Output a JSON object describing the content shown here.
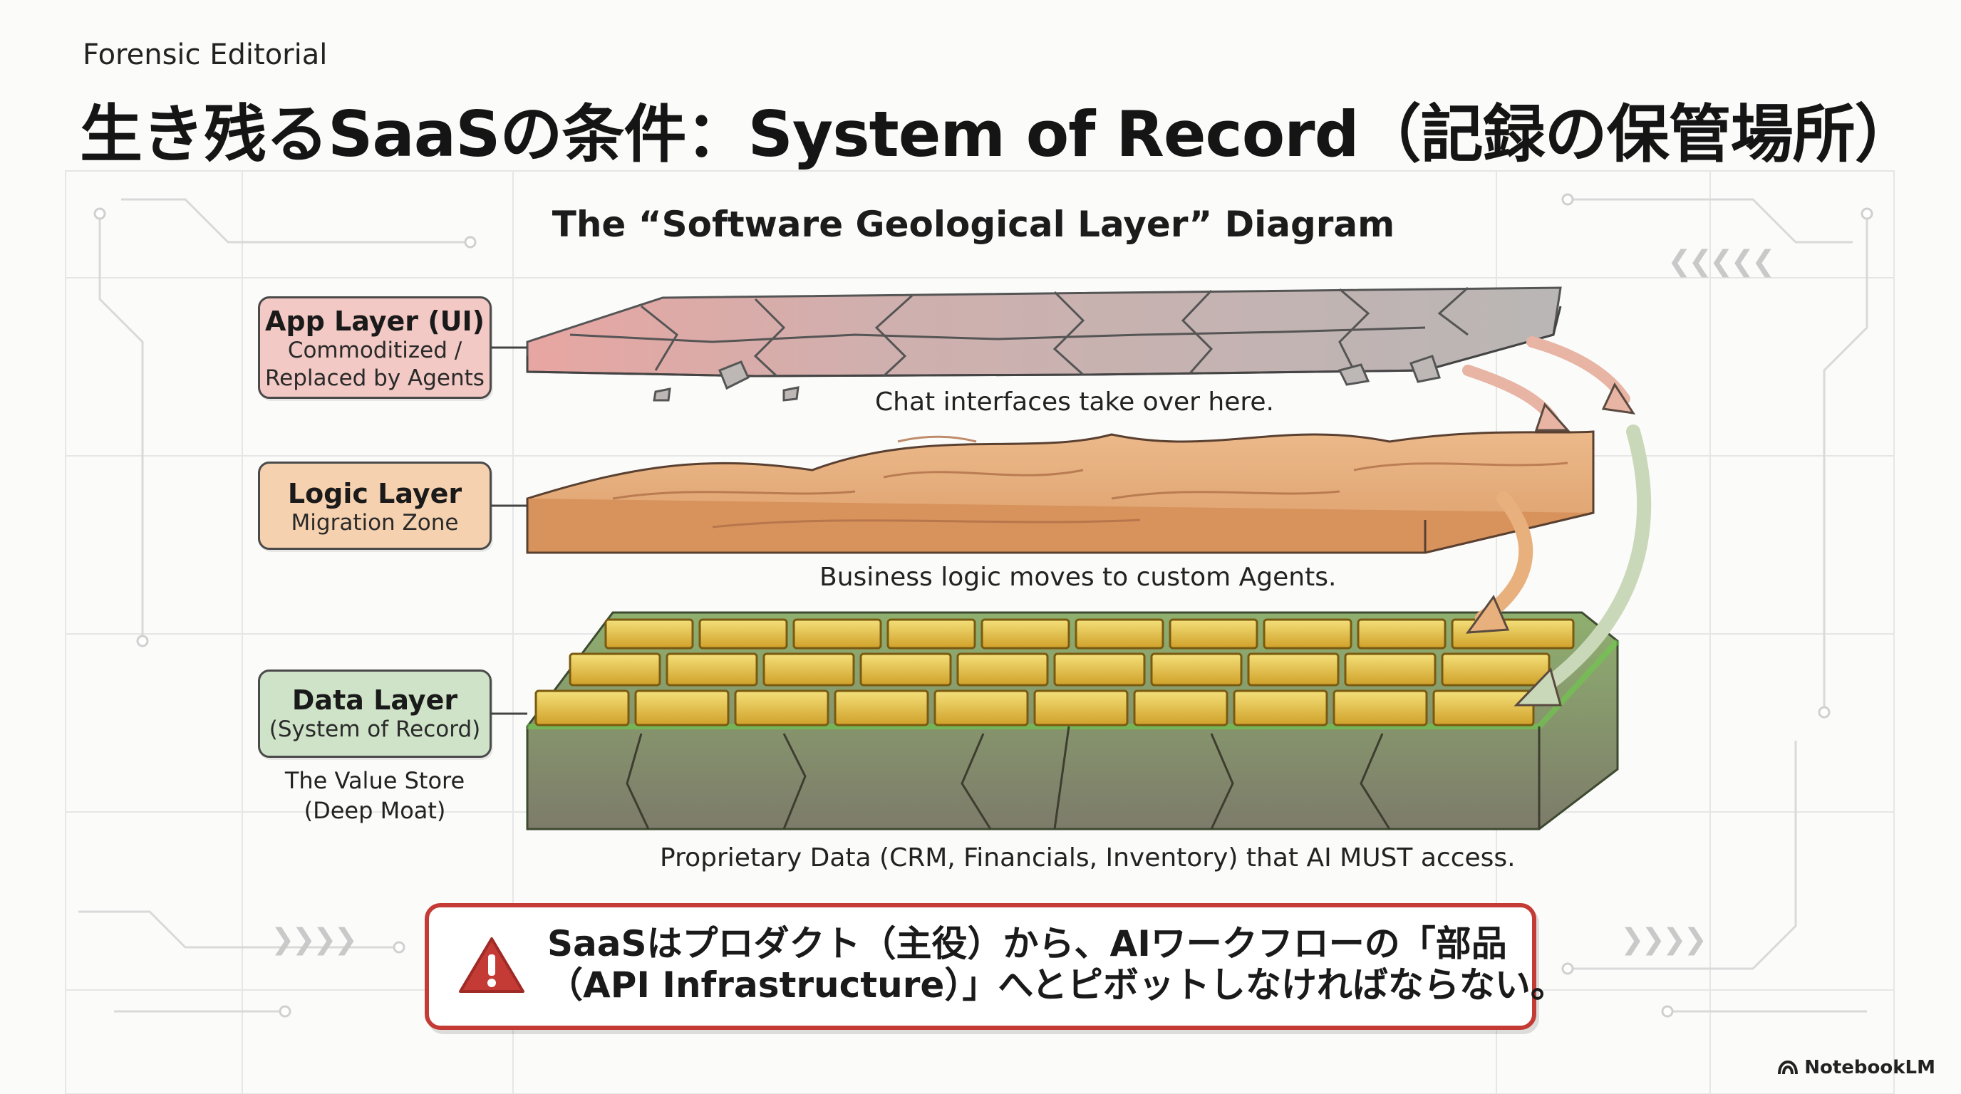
{
  "header": {
    "kicker": "Forensic Editorial",
    "title": "生き残るSaaSの条件：System of Record（記録の保管場所）"
  },
  "diagram": {
    "title": "The “Software Geological Layer” Diagram",
    "layers": [
      {
        "name": "App Layer (UI)",
        "subtitle_1": "Commoditized /",
        "subtitle_2": "Replaced by Agents",
        "caption": "Chat interfaces take over here.",
        "color": "#f2c9c4"
      },
      {
        "name": "Logic Layer",
        "subtitle_1": "Migration Zone",
        "caption": "Business logic moves to custom Agents.",
        "color": "#f5d1b0"
      },
      {
        "name": "Data Layer",
        "subtitle_1": "(System of Record)",
        "caption": "Proprietary Data (CRM, Financials, Inventory) that AI MUST access.",
        "color": "#cfe3c8"
      }
    ],
    "value_store_1": "The Value Store",
    "value_store_2": "(Deep Moat)"
  },
  "callout": {
    "line_1": "SaaSはプロダクト（主役）から、AIワークフローの「部品",
    "line_2": "（API Infrastructure）」へとピボットしなければならない。",
    "icon": "warning-triangle-icon",
    "border_color": "#c43b35"
  },
  "brand": {
    "name": "NotebookLM",
    "icon": "notebooklm-logo-icon"
  }
}
